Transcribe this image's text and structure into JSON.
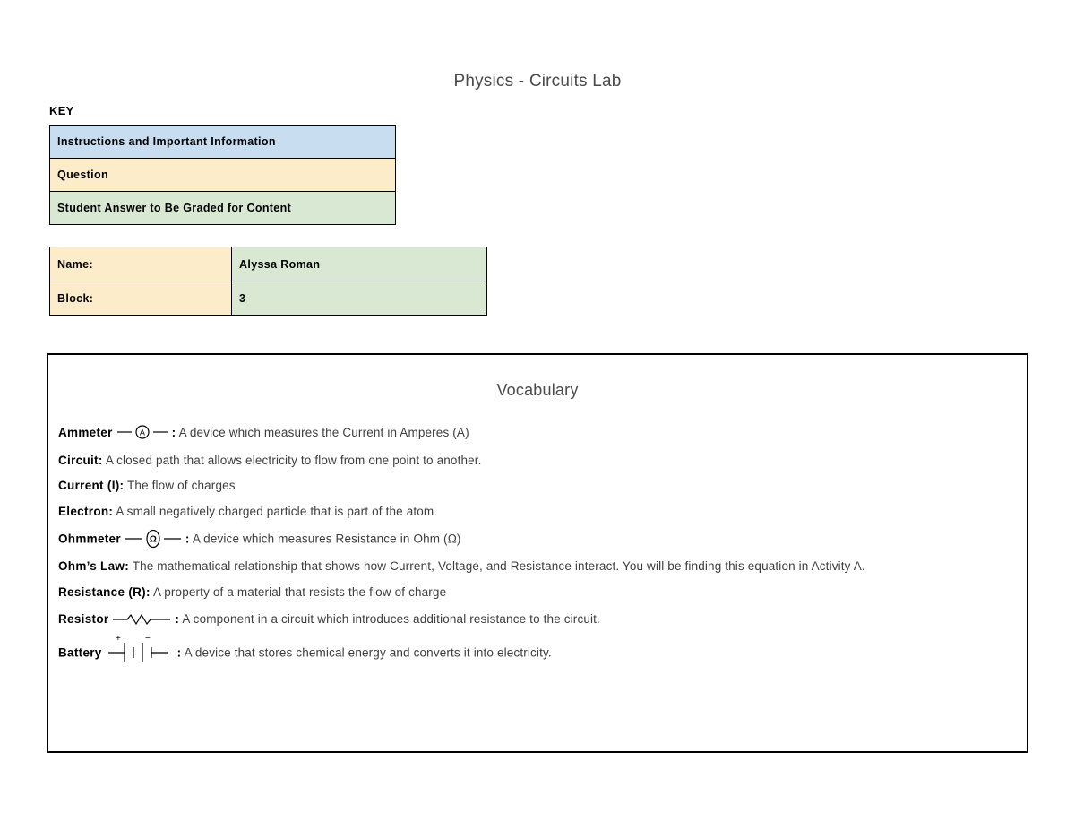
{
  "document": {
    "title": "Physics - Circuits Lab"
  },
  "key": {
    "label": "KEY",
    "rows": [
      {
        "text": "Instructions and Important Information",
        "color": "#c9ddf0"
      },
      {
        "text": "Question",
        "color": "#fcecca"
      },
      {
        "text": "Student Answer to Be Graded for Content",
        "color": "#d9e8d3"
      }
    ]
  },
  "student_info": {
    "rows": [
      {
        "label": "Name:",
        "value": "Alyssa Roman"
      },
      {
        "label": "Block:",
        "value": "3"
      }
    ],
    "label_color": "#fcecca",
    "value_color": "#d9e8d3"
  },
  "vocabulary": {
    "heading": "Vocabulary",
    "entries": [
      {
        "term": "Ammeter",
        "symbol": "ammeter-symbol",
        "separator": ":",
        "definition": "A device which measures the Current in Amperes (A)"
      },
      {
        "term": "Circuit:",
        "symbol": null,
        "separator": "",
        "definition": "A closed path that allows electricity to flow from one point to another."
      },
      {
        "term": "Current (I):",
        "symbol": null,
        "separator": "",
        "definition": " The flow of charges"
      },
      {
        "term": "Electron:",
        "symbol": null,
        "separator": "",
        "definition": "A small negatively charged particle that is part of the atom"
      },
      {
        "term": "Ohmmeter",
        "symbol": "ohmmeter-symbol",
        "separator": ":",
        "definition": "A device which measures Resistance in Ohm (Ω)"
      },
      {
        "term": "Ohm’s Law:",
        "symbol": null,
        "separator": "",
        "definition": "The mathematical relationship that shows how Current, Voltage, and Resistance interact. You will be finding this equation in Activity A."
      },
      {
        "term": "Resistance (R):",
        "symbol": null,
        "separator": "",
        "definition": "A property of a material that resists the flow of charge"
      },
      {
        "term": "Resistor",
        "symbol": "resistor-symbol",
        "separator": ":",
        "definition": "A component in a circuit which introduces additional resistance to the circuit."
      },
      {
        "term": "Battery",
        "symbol": "battery-symbol",
        "separator": ":",
        "definition": "A device that stores chemical energy and converts it into electricity."
      }
    ],
    "symbol_glyphs": {
      "ammeter_letter": "A",
      "ohmmeter_letter": "Ω",
      "battery_plus": "+",
      "battery_minus": "−"
    }
  }
}
